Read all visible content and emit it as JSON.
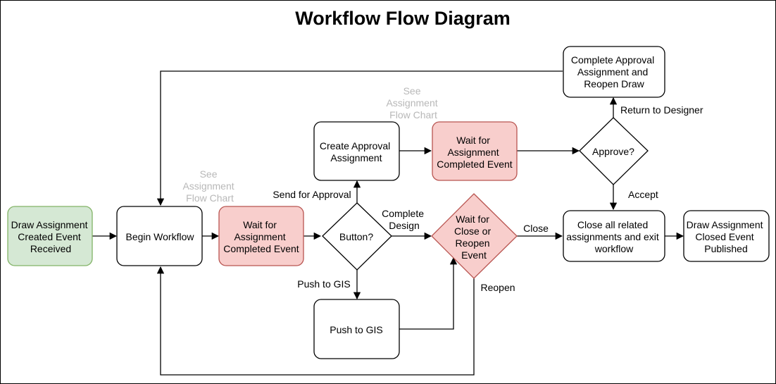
{
  "title": "Workflow Flow Diagram",
  "colors": {
    "default_fill": "#ffffff",
    "default_stroke": "#000000",
    "start_fill": "#d5e8d4",
    "start_stroke": "#82b366",
    "wait_fill": "#f8cecc",
    "wait_stroke": "#b85450",
    "note_text": "#b8b8b8"
  },
  "nodes": {
    "draw_created": {
      "lines": [
        "Draw Assignment",
        "Created Event",
        "Received"
      ]
    },
    "begin_workflow": {
      "lines": [
        "Begin Workflow"
      ]
    },
    "wait_completed_1": {
      "lines": [
        "Wait for",
        "Assignment",
        "Completed Event"
      ]
    },
    "button_decision": {
      "lines": [
        "Button?"
      ]
    },
    "create_approval": {
      "lines": [
        "Create Approval",
        "Assignment"
      ]
    },
    "wait_completed_2": {
      "lines": [
        "Wait for",
        "Assignment",
        "Completed Event"
      ]
    },
    "approve_decision": {
      "lines": [
        "Approve?"
      ]
    },
    "complete_approval": {
      "lines": [
        "Complete Approval",
        "Assignment and",
        "Reopen Draw"
      ]
    },
    "wait_close_reopen": {
      "lines": [
        "Wait for",
        "Close or",
        "Reopen",
        "Event"
      ]
    },
    "push_gis": {
      "lines": [
        "Push to GIS"
      ]
    },
    "close_all": {
      "lines": [
        "Close all related",
        "assignments and exit",
        "workflow"
      ]
    },
    "draw_closed": {
      "lines": [
        "Draw Assignment",
        "Closed Event",
        "Published"
      ]
    }
  },
  "notes": {
    "note_1": {
      "lines": [
        "See",
        "Assignment",
        "Flow Chart"
      ]
    },
    "note_2": {
      "lines": [
        "See",
        "Assignment",
        "Flow Chart"
      ]
    }
  },
  "edge_labels": {
    "send_for_approval": {
      "lines": [
        "Send for Approval"
      ]
    },
    "complete_design": {
      "lines": [
        "Complete",
        "Design"
      ]
    },
    "push_to_gis": {
      "lines": [
        "Push to GIS"
      ]
    },
    "close": {
      "lines": [
        "Close"
      ]
    },
    "reopen": {
      "lines": [
        "Reopen"
      ]
    },
    "return_to_designer": {
      "lines": [
        "Return to Designer"
      ]
    },
    "accept": {
      "lines": [
        "Accept"
      ]
    }
  }
}
